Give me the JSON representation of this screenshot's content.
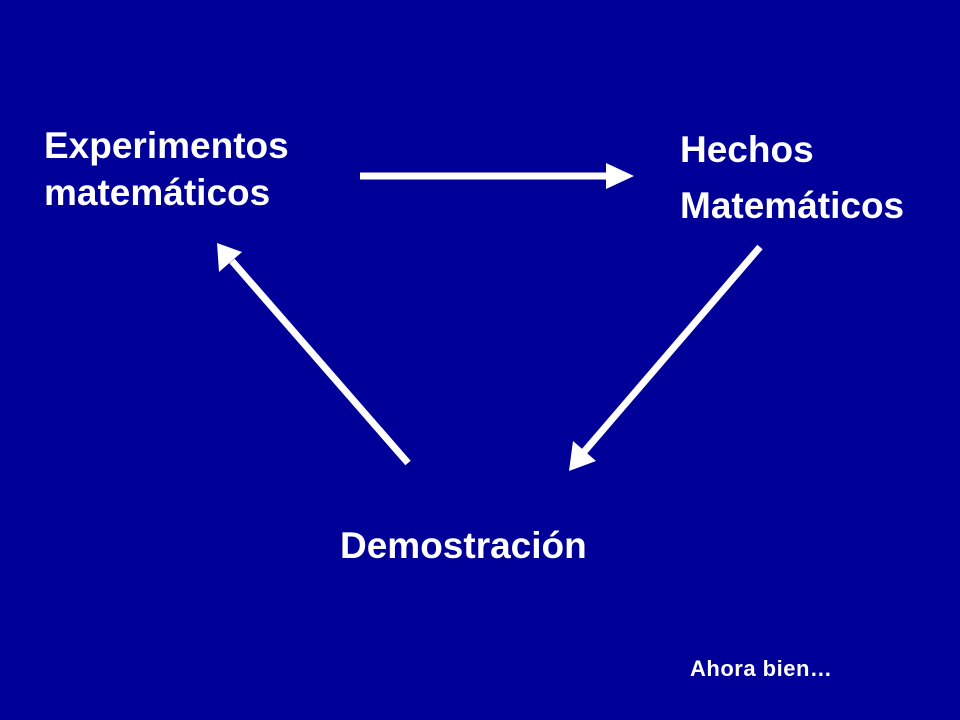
{
  "slide": {
    "background_color": "#000099",
    "text_color": "#ffffff"
  },
  "nodes": {
    "experimentos": {
      "line1": "Experimentos",
      "line2": "matemáticos"
    },
    "hechos": {
      "line1": "Hechos",
      "line2": "Matemáticos"
    },
    "demostracion": {
      "line1": "Demostración"
    }
  },
  "footer": {
    "note": "Ahora bien…"
  },
  "arrows": [
    {
      "from": "experimentos",
      "to": "hechos"
    },
    {
      "from": "hechos",
      "to": "demostracion"
    },
    {
      "from": "demostracion",
      "to": "experimentos"
    }
  ]
}
